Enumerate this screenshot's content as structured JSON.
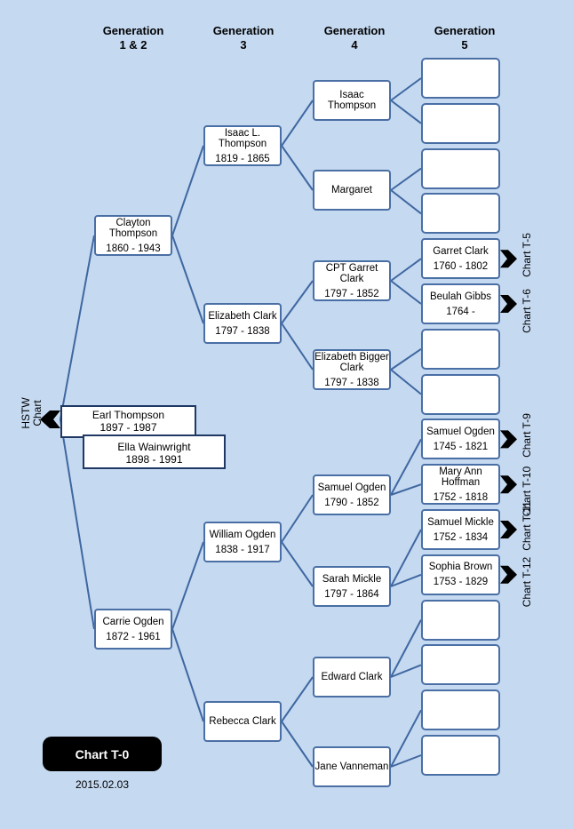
{
  "generations": [
    {
      "line1": "Generation",
      "line2": "1 & 2"
    },
    {
      "line1": "Generation",
      "line2": "3"
    },
    {
      "line1": "Generation",
      "line2": "4"
    },
    {
      "line1": "Generation",
      "line2": "5"
    }
  ],
  "root": {
    "husband": {
      "name": "Earl Thompson",
      "dates": "1897 - 1987"
    },
    "wife": {
      "name": "Ella Wainwright",
      "dates": "1898 - 1991"
    },
    "chart_ref": {
      "line1": "HSTW",
      "line2": "Chart"
    }
  },
  "gen2": [
    {
      "name": "Clayton Thompson",
      "dates": "1860 - 1943"
    },
    {
      "name": "Carrie Ogden",
      "dates": "1872 - 1961"
    }
  ],
  "gen3": [
    {
      "name": "Isaac L. Thompson",
      "dates": "1819 - 1865"
    },
    {
      "name": "Elizabeth Clark",
      "dates": "1797 - 1838"
    },
    {
      "name": "William Ogden",
      "dates": "1838 - 1917"
    },
    {
      "name": "Rebecca Clark",
      "dates": ""
    }
  ],
  "gen4": [
    {
      "name": "Isaac Thompson",
      "dates": ""
    },
    {
      "name": "Margaret",
      "dates": ""
    },
    {
      "name": "CPT Garret Clark",
      "dates": "1797 - 1852"
    },
    {
      "name": "Elizabeth Bigger Clark",
      "dates": "1797 - 1838"
    },
    {
      "name": "Samuel Ogden",
      "dates": "1790 - 1852"
    },
    {
      "name": "Sarah Mickle",
      "dates": "1797 - 1864"
    },
    {
      "name": "Edward Clark",
      "dates": ""
    },
    {
      "name": "Jane Vanneman",
      "dates": ""
    }
  ],
  "gen5": [
    {
      "name": "",
      "dates": "",
      "chart": ""
    },
    {
      "name": "",
      "dates": "",
      "chart": ""
    },
    {
      "name": "",
      "dates": "",
      "chart": ""
    },
    {
      "name": "",
      "dates": "",
      "chart": ""
    },
    {
      "name": "Garret Clark",
      "dates": "1760 - 1802",
      "chart": "Chart T-5"
    },
    {
      "name": "Beulah Gibbs",
      "dates": "1764 -",
      "chart": "Chart T-6"
    },
    {
      "name": "",
      "dates": "",
      "chart": ""
    },
    {
      "name": "",
      "dates": "",
      "chart": ""
    },
    {
      "name": "Samuel Ogden",
      "dates": "1745 - 1821",
      "chart": "Chart T-9"
    },
    {
      "name": "Mary Ann Hoffman",
      "dates": "1752 - 1818",
      "chart": "Chart T-10"
    },
    {
      "name": "Samuel Mickle",
      "dates": "1752 - 1834",
      "chart": "Chart T-11"
    },
    {
      "name": "Sophia Brown",
      "dates": "1753 - 1829",
      "chart": "Chart T-12"
    },
    {
      "name": "",
      "dates": "",
      "chart": ""
    },
    {
      "name": "",
      "dates": "",
      "chart": ""
    },
    {
      "name": "",
      "dates": "",
      "chart": ""
    },
    {
      "name": "",
      "dates": "",
      "chart": ""
    }
  ],
  "chart_label": "Chart T-0",
  "chart_date": "2015.02.03",
  "colors": {
    "background": "#c5d9f1",
    "connector": "#3f67a0",
    "box_border": "#4a6fa5"
  }
}
